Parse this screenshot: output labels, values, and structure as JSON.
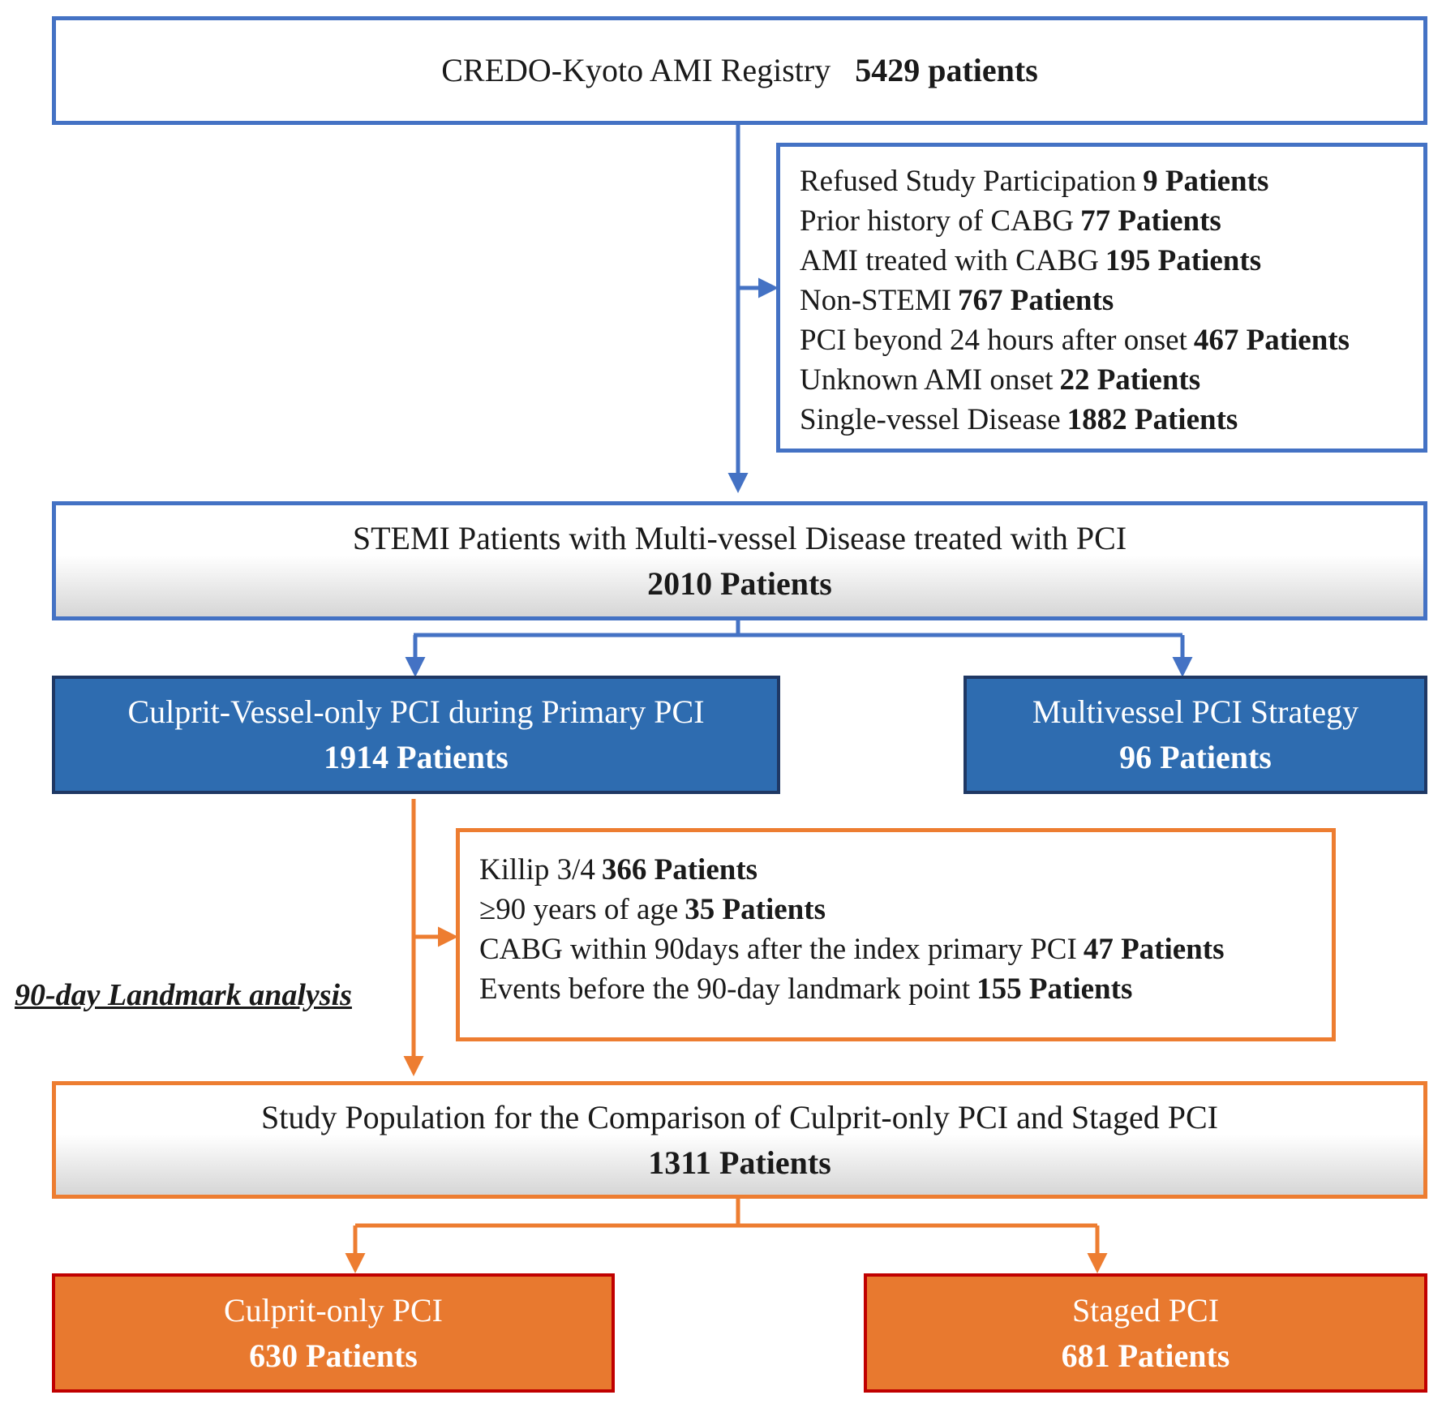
{
  "registry": {
    "label": "CREDO-Kyoto AMI Registry",
    "count": "5429 patients"
  },
  "exclusions_1": [
    {
      "label": "Refused  Study  Participation",
      "count": "9 Patients"
    },
    {
      "label": "Prior  history  of CABG",
      "count": "77 Patients"
    },
    {
      "label": "AMI treated  with  CABG",
      "count": "195 Patients"
    },
    {
      "label": "Non-STEMI",
      "count": "767 Patients"
    },
    {
      "label": "PCI beyond  24 hours  after  onset",
      "count": "467 Patients"
    },
    {
      "label": "Unknown  AMI onset",
      "count": "22 Patients"
    },
    {
      "label": "Single-vessel  Disease",
      "count": "1882 Patients"
    }
  ],
  "stemi": {
    "label": "STEMI Patients with Multi-vessel  Disease treated with PCI",
    "count": "2010 Patients"
  },
  "culprit_vessel_only": {
    "label": "Culprit-Vessel-only  PCI during Primary PCI",
    "count": "1914 Patients"
  },
  "multivessel": {
    "label": "Multivessel  PCI Strategy",
    "count": "96 Patients"
  },
  "exclusions_2": [
    {
      "label": "Killip  3/4",
      "count": "366 Patients"
    },
    {
      "label": "≥90 years  of age",
      "count": "35 Patients"
    },
    {
      "label": "CABG within  90days after  the  index  primary  PCI",
      "count": "47 Patients"
    },
    {
      "label": "Events  before  the  90-day  landmark  point",
      "count": "155 Patients"
    }
  ],
  "landmark_label": "90-day Landmark analysis",
  "study_population": {
    "label": "Study Population  for the Comparison of Culprit-only  PCI and Staged PCI",
    "count": "1311 Patients"
  },
  "culprit_only": {
    "label": "Culprit-only  PCI",
    "count": "630 Patients"
  },
  "staged": {
    "label": "Staged PCI",
    "count": "681 Patients"
  },
  "colors": {
    "blue": "#4472c4",
    "dark_blue_fill": "#2e6cb0",
    "orange": "#ed7d31",
    "orange_fill": "#e8792f",
    "red_border": "#c00000"
  }
}
